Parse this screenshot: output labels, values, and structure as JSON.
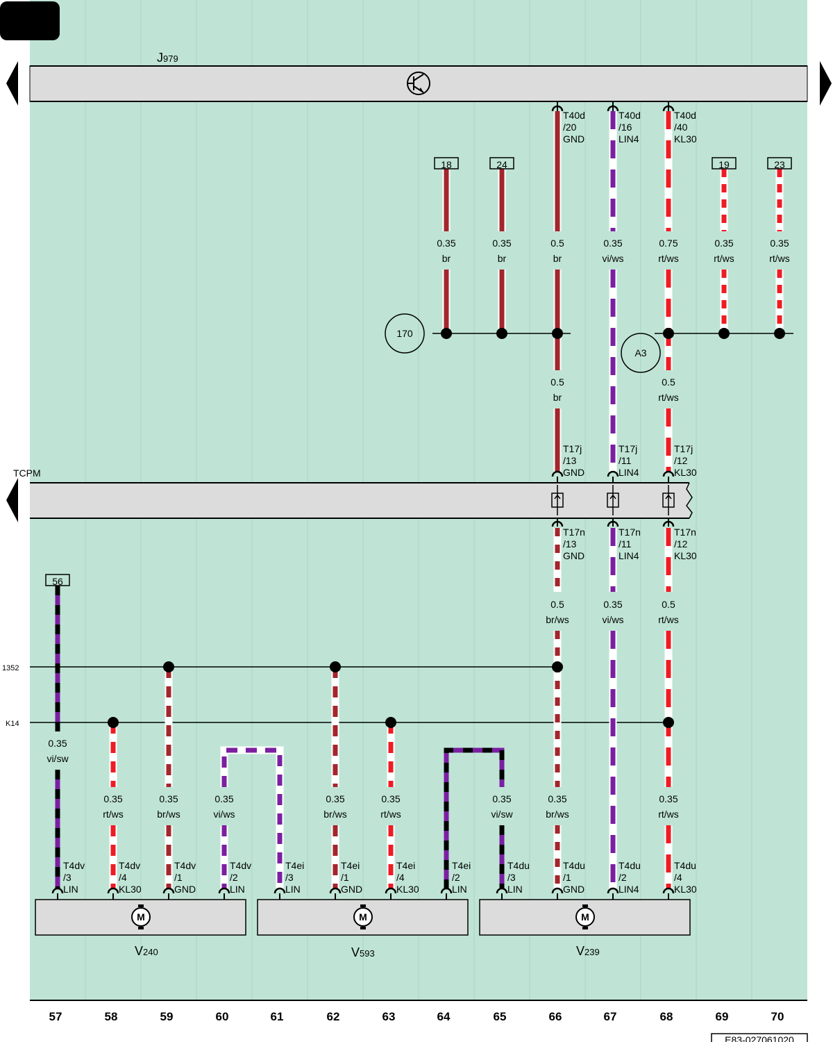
{
  "corner_label": "",
  "components": {
    "J979": {
      "main": "J",
      "sub": "979"
    },
    "TCPM": {
      "main": "TCPM"
    },
    "V240": {
      "main": "V",
      "sub": "240"
    },
    "V593": {
      "main": "V",
      "sub": "593"
    },
    "V239": {
      "main": "V",
      "sub": "239"
    }
  },
  "bus_labels": {
    "b1352": "1352",
    "k14": "K14"
  },
  "circles": {
    "c170": "170",
    "a3": "A3"
  },
  "boxes": {
    "b18": "18",
    "b24": "24",
    "b19": "19",
    "b23": "23",
    "b56": "56"
  },
  "motor_symbol": "M",
  "top_connectors": {
    "c66": [
      "T40d",
      "/20",
      "GND"
    ],
    "c67": [
      "T40d",
      "/16",
      "LIN4"
    ],
    "c68": [
      "T40d",
      "/40",
      "KL30"
    ]
  },
  "tcpm_top": {
    "c66": [
      "T17j",
      "/13",
      "GND"
    ],
    "c67": [
      "T17j",
      "/11",
      "LIN4"
    ],
    "c68": [
      "T17j",
      "/12",
      "KL30"
    ]
  },
  "tcpm_bottom": {
    "c66": [
      "T17n",
      "/13",
      "GND"
    ],
    "c67": [
      "T17n",
      "/11",
      "LIN4"
    ],
    "c68": [
      "T17n",
      "/12",
      "KL30"
    ]
  },
  "bottom_connectors": {
    "c57": [
      "T4dv",
      "/3",
      "LIN"
    ],
    "c58": [
      "T4dv",
      "/4",
      "KL30"
    ],
    "c59": [
      "T4dv",
      "/1",
      "GND"
    ],
    "c60": [
      "T4dv",
      "/2",
      "LIN"
    ],
    "c61": [
      "T4ei",
      "/3",
      "LIN"
    ],
    "c62": [
      "T4ei",
      "/1",
      "GND"
    ],
    "c63": [
      "T4ei",
      "/4",
      "KL30"
    ],
    "c64": [
      "T4ei",
      "/2",
      "LIN"
    ],
    "c65": [
      "T4du",
      "/3",
      "LIN"
    ],
    "c66": [
      "T4du",
      "/1",
      "GND"
    ],
    "c67": [
      "T4du",
      "/2",
      "LIN4"
    ],
    "c68": [
      "T4du",
      "/4",
      "KL30"
    ]
  },
  "wire_specs": {
    "s18": [
      "0.35",
      "br"
    ],
    "s24": [
      "0.35",
      "br"
    ],
    "s66a": [
      "0.5",
      "br"
    ],
    "s67a": [
      "0.35",
      "vi/ws"
    ],
    "s68a": [
      "0.75",
      "rt/ws"
    ],
    "s19": [
      "0.35",
      "rt/ws"
    ],
    "s23": [
      "0.35",
      "rt/ws"
    ],
    "s66b": [
      "0.5",
      "br"
    ],
    "s68b": [
      "0.5",
      "rt/ws"
    ],
    "s66c": [
      "0.5",
      "br/ws"
    ],
    "s67c": [
      "0.35",
      "vi/ws"
    ],
    "s68c": [
      "0.5",
      "rt/ws"
    ],
    "s57": [
      "0.35",
      "vi/sw"
    ],
    "s58": [
      "0.35",
      "rt/ws"
    ],
    "s59": [
      "0.35",
      "br/ws"
    ],
    "s60": [
      "0.35",
      "vi/ws"
    ],
    "s62": [
      "0.35",
      "br/ws"
    ],
    "s63": [
      "0.35",
      "rt/ws"
    ],
    "s65": [
      "0.35",
      "vi/sw"
    ],
    "s66d": [
      "0.35",
      "br/ws"
    ],
    "s68d": [
      "0.35",
      "rt/ws"
    ]
  },
  "columns": [
    "57",
    "58",
    "59",
    "60",
    "61",
    "62",
    "63",
    "64",
    "65",
    "66",
    "67",
    "68",
    "69",
    "70"
  ],
  "footer_code": "E83-027061020",
  "colors": {
    "background": "#bfe4d6",
    "bar": "#dcdcdc",
    "brown": "#a3262c",
    "red": "#ee1c24",
    "violet": "#7b1fa2",
    "black": "#000000"
  }
}
